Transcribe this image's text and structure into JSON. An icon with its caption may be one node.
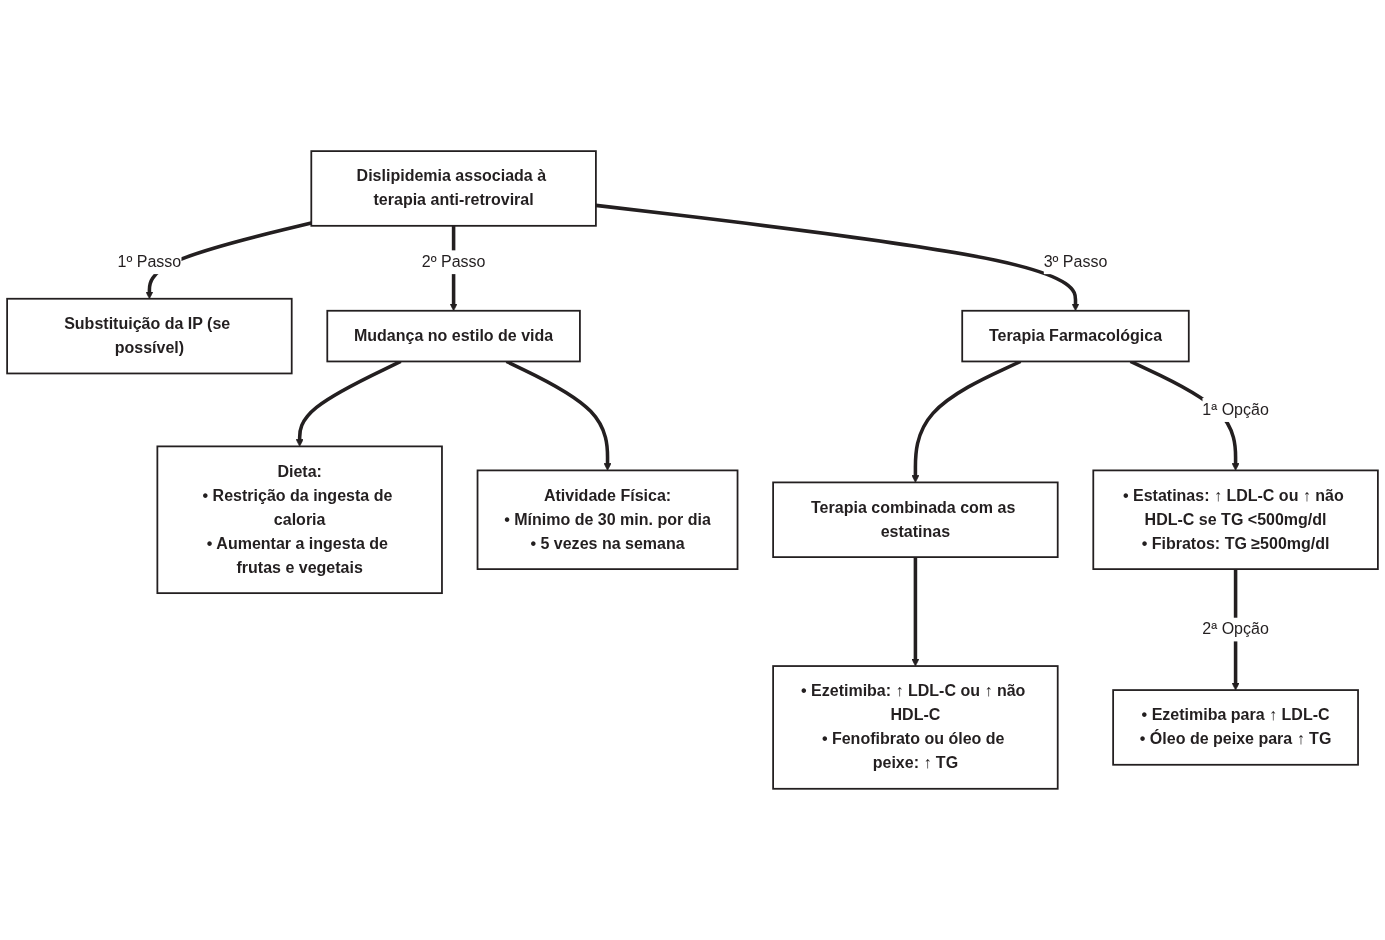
{
  "diagram": {
    "nodes": [
      {
        "text": [
          "Dislipidemia associada à terapia anti-retroviral"
        ]
      },
      {
        "text": [
          "Substituição da IP (se possível)"
        ]
      },
      {
        "text": [
          "Mudança no estilo de vida"
        ]
      },
      {
        "text": [
          "Terapia Farmacológica"
        ]
      },
      {
        "text": [
          "Terapia combinada com as estatinas"
        ]
      },
      {
        "text": [
          "Dieta:",
          "• Restrição da ingesta de caloria",
          "• Aumentar a ingesta de frutas e vegetais"
        ]
      },
      {
        "text": [
          "Atividade Física:",
          "• Mínimo de 30 min. por dia",
          "• 5 vezes na semana"
        ]
      },
      {
        "text": [
          "• Estatinas: ↑ LDL-C ou ↑ não HDL-C se TG <500mg/dl",
          "• Fibratos: TG ≥500mg/dl"
        ]
      },
      {
        "text": [
          "• Ezetimiba para ↑ LDL-C",
          "• Óleo de peixe para ↑ TG"
        ]
      },
      {
        "text": [
          "• Ezetimiba: ↑ LDL-C ou ↑ não HDL-C",
          "• Fenofibrato ou óleo de peixe: ↑ TG"
        ]
      }
    ],
    "edges": [
      {
        "from": 0,
        "to": 1,
        "arrow": "to",
        "label": "1º Passo"
      },
      {
        "from": 0,
        "to": 2,
        "arrow": "to",
        "label": "2º Passo"
      },
      {
        "from": 0,
        "to": 3,
        "arrow": "to",
        "label": "3º Passo"
      },
      {
        "from": 3,
        "to": 4,
        "arrow": "to"
      },
      {
        "from": 2,
        "to": 5,
        "arrow": "to"
      },
      {
        "from": 2,
        "to": 6,
        "arrow": "to"
      },
      {
        "from": 3,
        "to": 7,
        "arrow": "to",
        "label": "1ª Opção"
      },
      {
        "from": 7,
        "to": 8,
        "arrow": "to",
        "label": "2ª Opção"
      },
      {
        "from": 4,
        "to": 9,
        "arrow": "to"
      }
    ]
  }
}
